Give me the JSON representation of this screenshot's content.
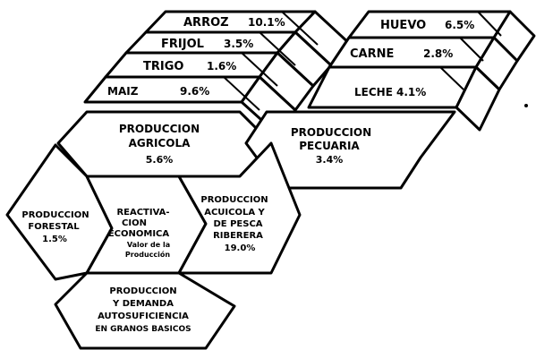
{
  "agricola_bars": [
    {
      "name": "ARROZ",
      "value": "10.1%"
    },
    {
      "name": "FRIJOL",
      "value": "3.5%"
    },
    {
      "name": "TRIGO",
      "value": "1.6%"
    },
    {
      "name": "MAIZ",
      "value": "9.6%"
    }
  ],
  "pecuaria_bars": [
    {
      "name": "HUEVO",
      "value": "6.5%"
    },
    {
      "name": "CARNE",
      "value": "2.8%"
    },
    {
      "name": "LECHE",
      "value": "4.1%"
    }
  ],
  "agricola": {
    "line1": "PRODUCCION",
    "line2": "AGRICOLA",
    "value": "5.6%"
  },
  "pecuaria": {
    "line1": "PRODUCCION",
    "line2": "PECUARIA",
    "value": "3.4%"
  },
  "forestal": {
    "line1": "PRODUCCION",
    "line2": "FORESTAL",
    "value": "1.5%"
  },
  "acuicola": {
    "line1": "PRODUCCION",
    "line2": "ACUICOLA Y",
    "line3": "DE PESCA",
    "line4": "RIBERERA",
    "value": "19.0%"
  },
  "center": {
    "line1": "REACTIVA-",
    "line2": "CION",
    "line3": "ECONOMICA",
    "line4": "Valor de la",
    "line5": "Producción"
  },
  "demanda": {
    "line1": "PRODUCCION",
    "line2": "Y DEMANDA",
    "line3": "AUTOSUFICIENCIA",
    "line4": "EN GRANOS BASICOS"
  }
}
